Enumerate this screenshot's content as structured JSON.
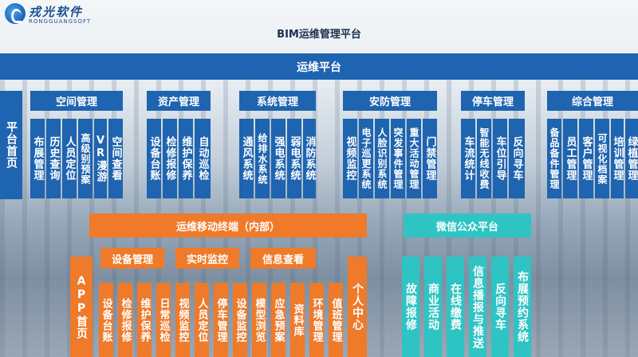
{
  "brand": {
    "name_cn": "戎光软件",
    "name_en": "RONGGUANGSOFT"
  },
  "page_title": "BIM运维管理平台",
  "ops_platform": {
    "label": "运维平台",
    "home": "平台首页",
    "groups": [
      {
        "title": "空间管理",
        "items": [
          "布展管理",
          "历史查询",
          "人员定位",
          "高级别预案",
          "VR漫游",
          "空间查看"
        ]
      },
      {
        "title": "资产管理",
        "items": [
          "设备台账",
          "检修报修",
          "维护保养",
          "自动巡检"
        ]
      },
      {
        "title": "系统管理",
        "items": [
          "通风系统",
          "给排水系统",
          "强电系统",
          "弱电系统",
          "消防系统"
        ]
      },
      {
        "title": "安防管理",
        "items": [
          "视频监控",
          "电子巡更系统",
          "人脸识别系统",
          "突发事件管理",
          "重大活动管理",
          "门禁管理"
        ]
      },
      {
        "title": "停车管理",
        "items": [
          "车流统计",
          "智能无线收费",
          "车位引导",
          "反向寻车"
        ]
      },
      {
        "title": "综合管理",
        "items": [
          "备品备件管理",
          "员工管理",
          "客户管理",
          "可视化档案",
          "培训管理",
          "绿植管理"
        ]
      }
    ]
  },
  "mobile": {
    "label": "运维移动终端（内部）",
    "home": "APP首页",
    "categories": [
      "设备管理",
      "实时监控",
      "信息查看"
    ],
    "items": [
      "设备台账",
      "检修报修",
      "维护保养",
      "日常巡检",
      "视频监控",
      "人员定位",
      "停车管理",
      "设备监控",
      "模型浏览",
      "应急预案",
      "资料库",
      "环境管理",
      "值班管理"
    ],
    "personal": "个人中心"
  },
  "wechat": {
    "label": "微信公众平台",
    "items": [
      "故障报修",
      "商业活动",
      "在线缴费",
      "信息播报与推送",
      "反向寻车",
      "布展预约系统"
    ]
  }
}
